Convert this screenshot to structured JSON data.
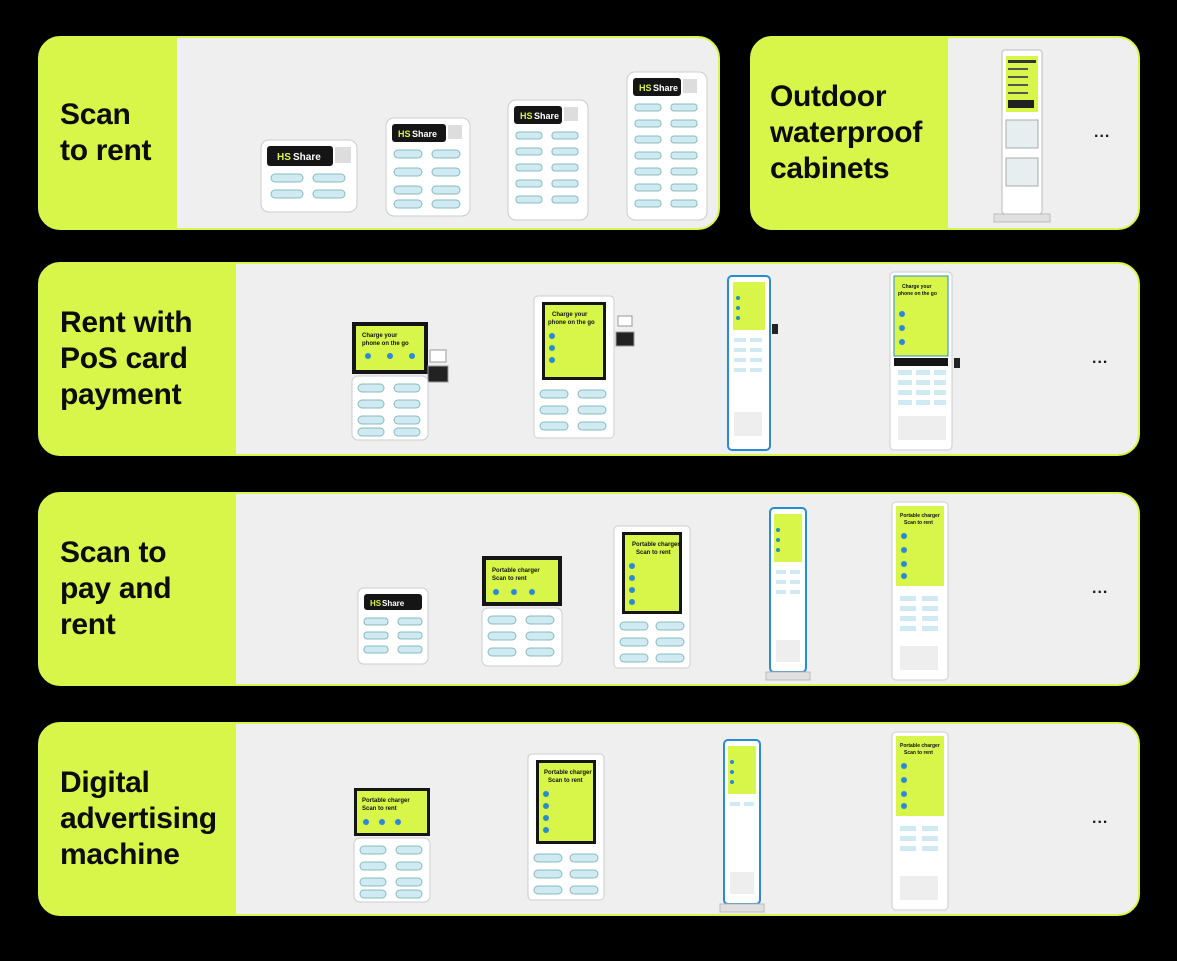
{
  "brand": {
    "logo_text": "Share",
    "logo_mark": "HS"
  },
  "colors": {
    "accent": "#d8f54a",
    "panel": "#efefef",
    "background": "#000000"
  },
  "screens": {
    "pos_line1": "Charge your",
    "pos_line2": "phone on the go",
    "pay_line1": "Portable charger",
    "pay_line2": "Scan to rent"
  },
  "rows": [
    {
      "label": "Scan\nto rent",
      "more": ""
    },
    {
      "label": "Outdoor\nwaterproof\ncabinets",
      "more": "..."
    },
    {
      "label": "Rent with\nPoS card\npayment",
      "more": "..."
    },
    {
      "label": "Scan to\npay and\nrent",
      "more": "..."
    },
    {
      "label": "Digital\nadvertising\nmachine",
      "more": "..."
    }
  ]
}
